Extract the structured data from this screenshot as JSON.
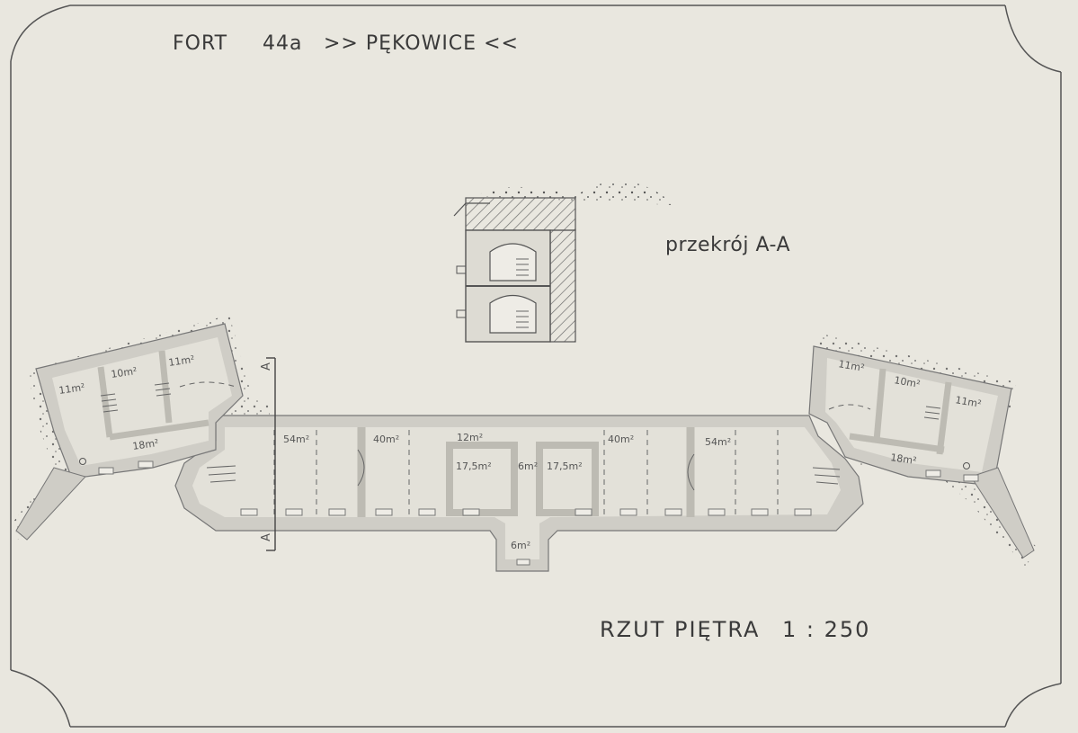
{
  "title": {
    "fort": "FORT",
    "number": "44a",
    "name": ">> PĘKOWICE <<"
  },
  "section_label": "przekrój A-A",
  "plan_label": "RZUT PIĘTRA",
  "scale": "1 : 250",
  "section_markers": [
    "A",
    "A"
  ],
  "rooms": {
    "left_top_1": "11m²",
    "left_top_2": "10m²",
    "left_top_3": "11m²",
    "left_lower": "18m²",
    "hall_1": "54m²",
    "hall_2": "40m²",
    "small_1": "12m²",
    "cell_1": "17,5m²",
    "stair": "6m²",
    "cell_2": "17,5m²",
    "hall_3": "40m²",
    "hall_4": "54m²",
    "right_top_1": "11m²",
    "right_top_2": "10m²",
    "right_top_3": "11m²",
    "right_lower": "18m²",
    "annex": "6m²"
  },
  "colors": {
    "paper": "#e9e7df",
    "ink": "#3a3a3a",
    "wall": "#c9c7c0",
    "hatch": "#6d6d6d"
  }
}
